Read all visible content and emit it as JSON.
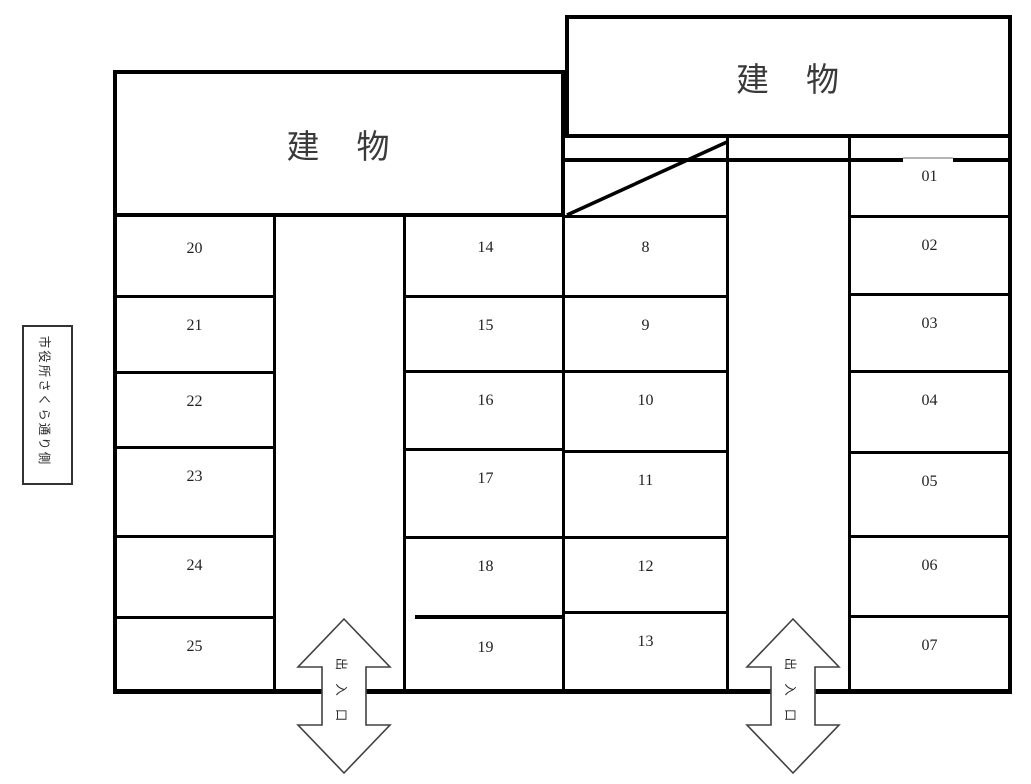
{
  "buildings": {
    "left": {
      "label": "建　物"
    },
    "right": {
      "label": "建　物"
    }
  },
  "street_side_label": "市役所さくら通り側",
  "entrances": [
    {
      "label": "出入口"
    },
    {
      "label": "出入口"
    }
  ],
  "parking": {
    "west_column": [
      "20",
      "21",
      "22",
      "23",
      "24",
      "25"
    ],
    "center_west_column": [
      "14",
      "15",
      "16",
      "17",
      "18",
      "19"
    ],
    "center_east_column": [
      "8",
      "9",
      "10",
      "11",
      "12",
      "13"
    ],
    "east_column": [
      "01",
      "02",
      "03",
      "04",
      "05",
      "06",
      "07"
    ]
  },
  "colors": {
    "line": "#000000",
    "arrow_outline": "#414141",
    "text": "#222222"
  }
}
